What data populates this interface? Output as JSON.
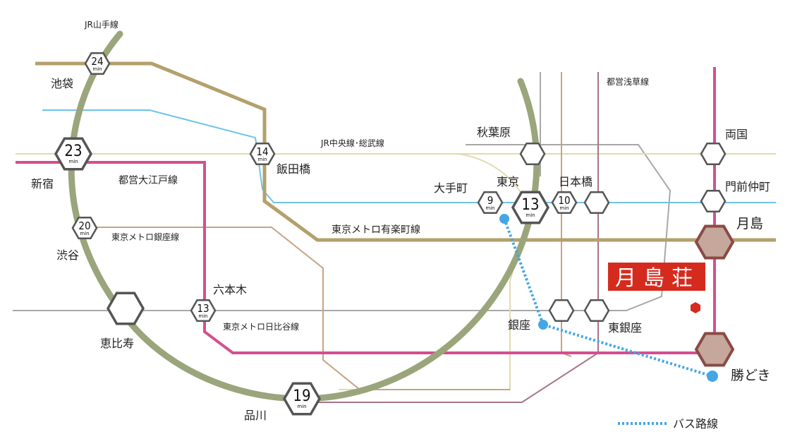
{
  "colors": {
    "yamanote": "#9aa57b",
    "yurakucho": "#b3a06c",
    "chuo": "#e0dbb0",
    "tozai": "#6fc3e8",
    "oedo": "#d44f8f",
    "ginza": "#c7a383",
    "hibiya": "#a8a8a8",
    "asakusa": "#a87388",
    "bus": "#45a6e6",
    "destination": "#8b4a45",
    "brand": "#d52b1e"
  },
  "lines": {
    "yamanote": "JR山手線",
    "chuo": "JR中央線･総武線",
    "oedo": "都営大江戸線",
    "ginza": "東京メトロ銀座線",
    "yurakucho": "東京メトロ有楽町線",
    "hibiya": "東京メトロ日比谷線",
    "asakusa": "都営浅草線"
  },
  "stations": {
    "ikebukuro": "池袋",
    "shinjuku": "新宿",
    "shibuya": "渋谷",
    "ebisu": "恵比寿",
    "shinagawa": "品川",
    "iidabashi": "飯田橋",
    "roppongi": "六本木",
    "akihabara": "秋葉原",
    "otemachi": "大手町",
    "tokyo": "東京",
    "nihonbashi": "日本橋",
    "ginza": "銀座",
    "higashiginza": "東銀座",
    "ryogoku": "両国",
    "monzennakacho": "門前仲町",
    "tsukishima": "月島",
    "kachidoki": "勝どき"
  },
  "times": {
    "ikebukuro": "24",
    "shinjuku": "23",
    "shibuya": "20",
    "shinagawa": "19",
    "iidabashi": "14",
    "roppongi": "13",
    "otemachi": "9",
    "tokyo": "13",
    "nihonbashi": "10",
    "unit": "min"
  },
  "brand": "月島荘",
  "legend": {
    "bus": "バス路線"
  }
}
